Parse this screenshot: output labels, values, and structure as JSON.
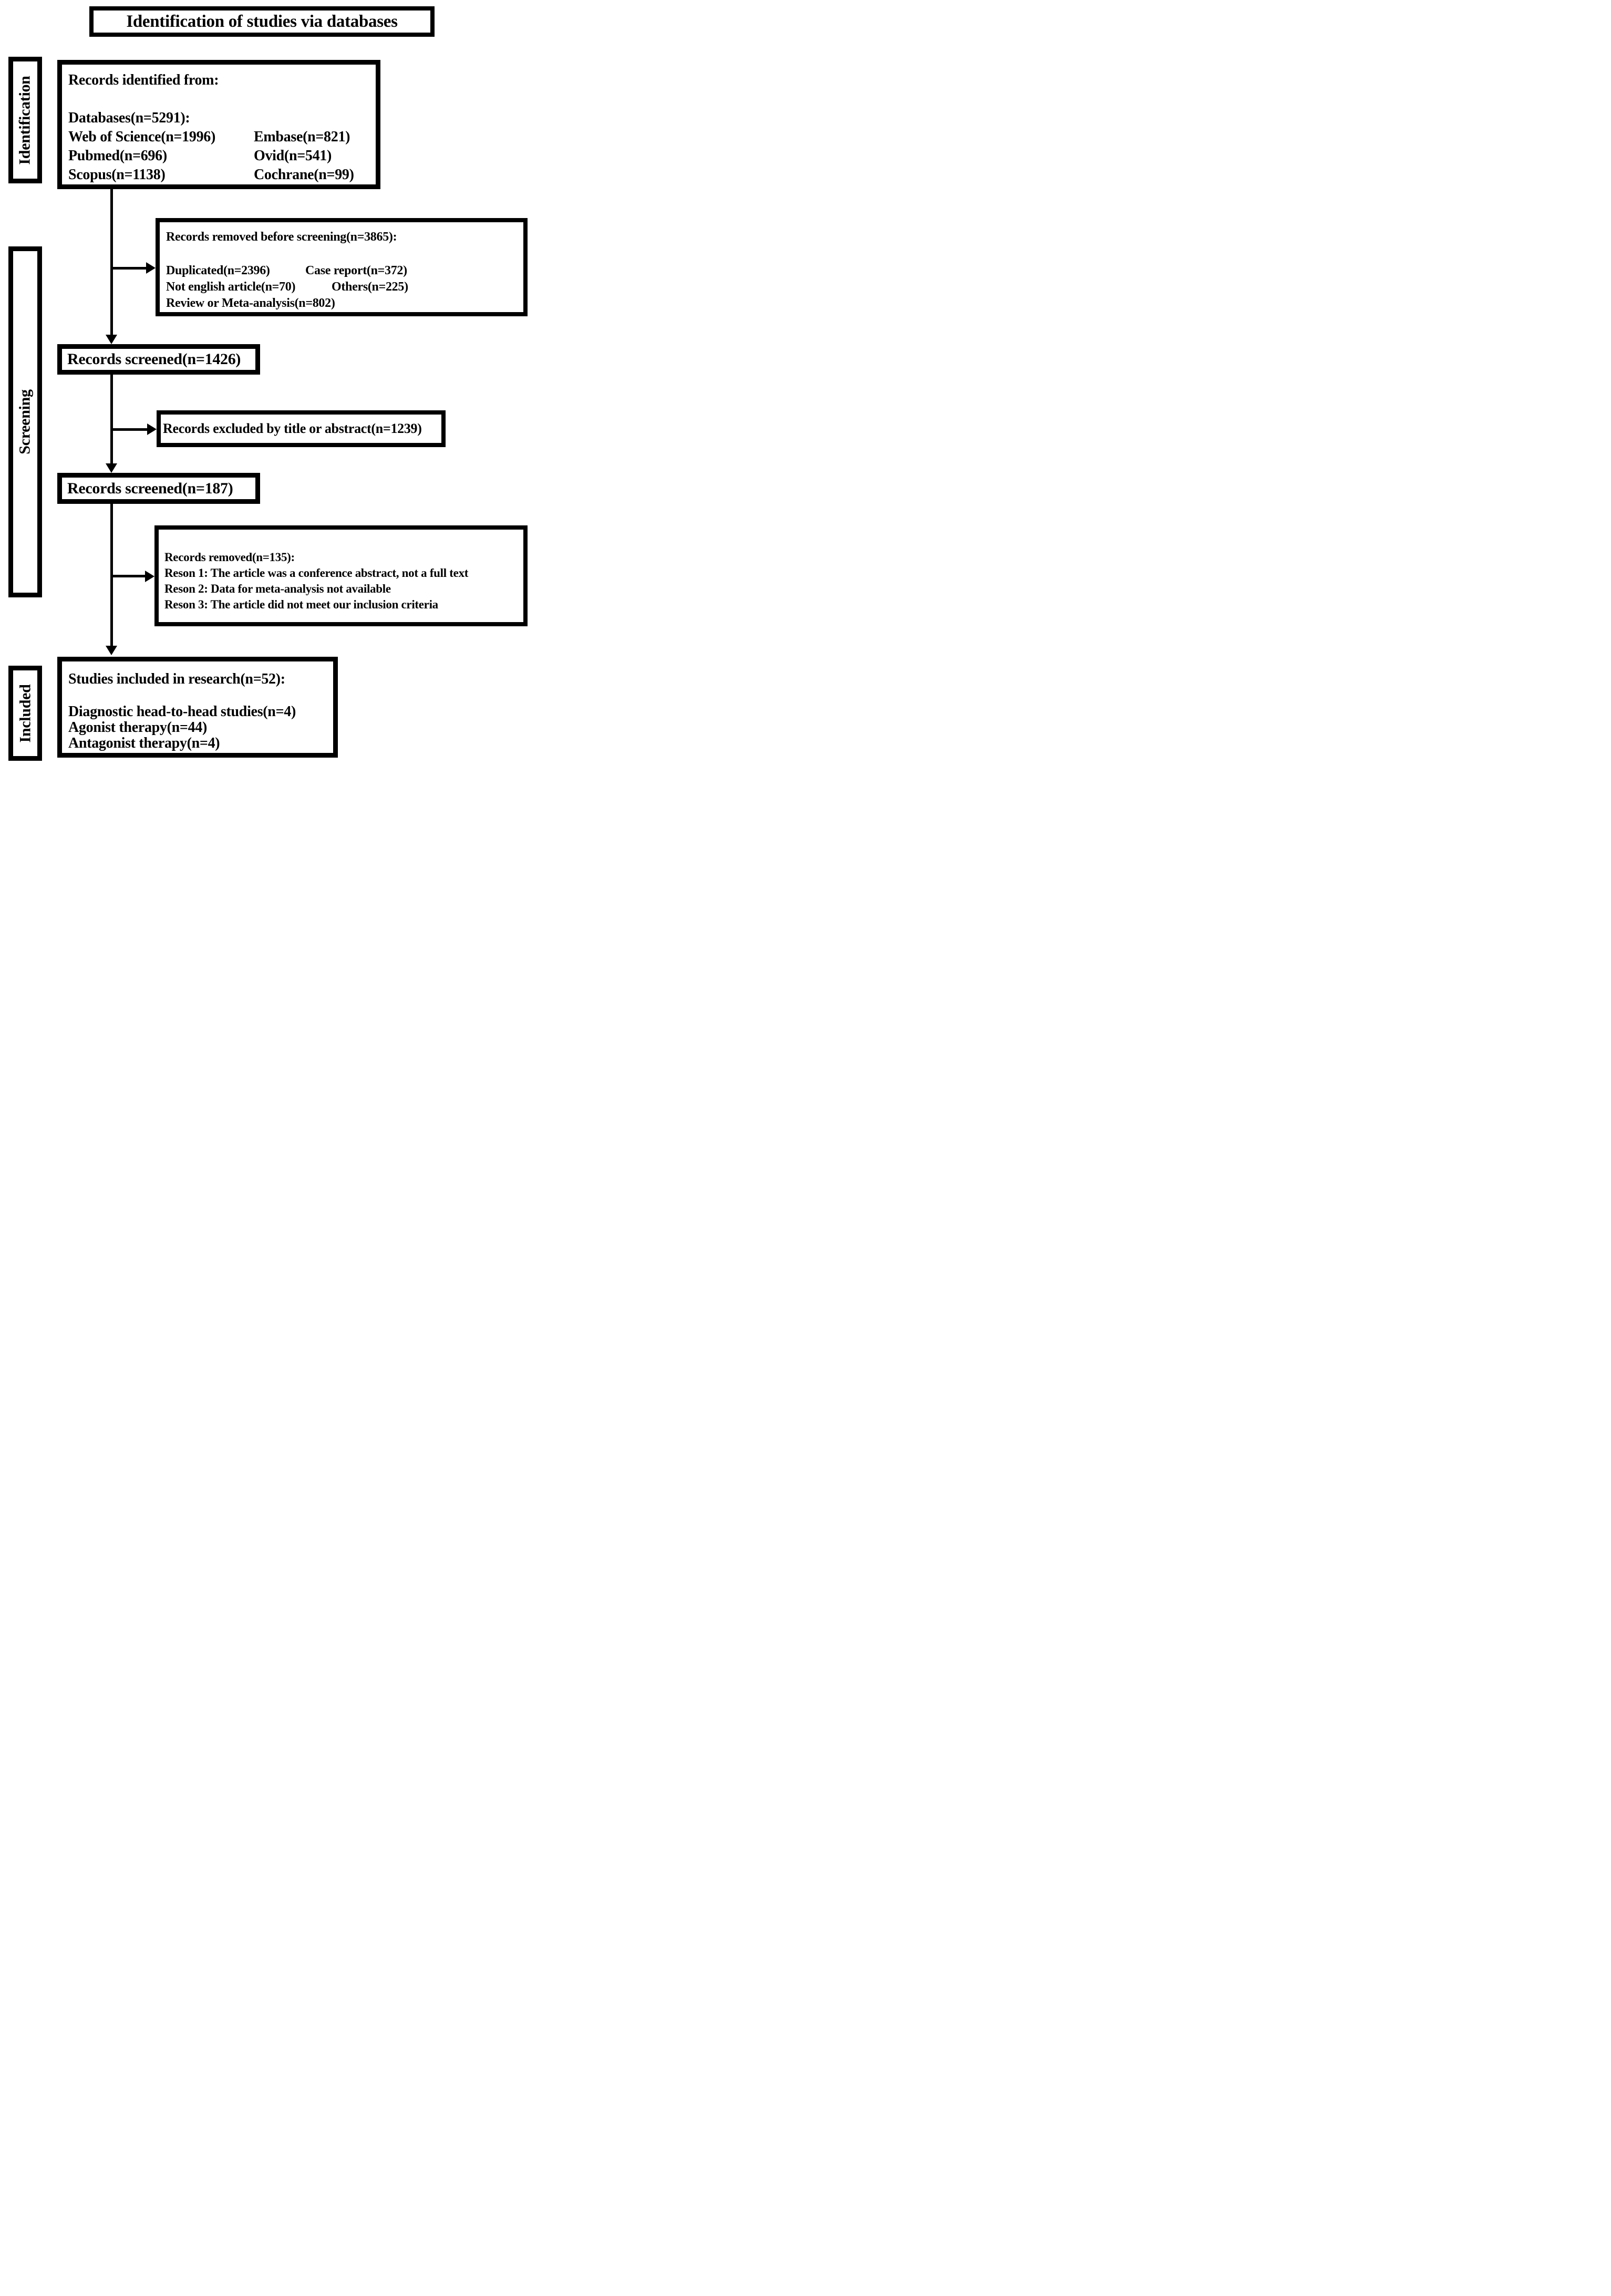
{
  "title": "Identification of studies via databases",
  "stages": [
    {
      "label": "Identification"
    },
    {
      "label": "Screening"
    },
    {
      "label": "Included"
    }
  ],
  "flow": {
    "identified": {
      "heading": "Records identified from:",
      "subheading": "Databases(n=5291):",
      "rows": [
        {
          "left": "Web of Science(n=1996)",
          "right": "Embase(n=821)"
        },
        {
          "left": "Pubmed(n=696)",
          "right": "Ovid(n=541)"
        },
        {
          "left": "Scopus(n=1138)",
          "right": "Cochrane(n=99)"
        }
      ]
    },
    "removed_before_screening": {
      "heading": "Records removed before screening(n=3865):",
      "rows": [
        {
          "left": "Duplicated(n=2396)",
          "right": "Case report(n=372)"
        },
        {
          "left": "Not english article(n=70)",
          "right": "Others(n=225)"
        }
      ],
      "footer": "Review or Meta-analysis(n=802)"
    },
    "screened_first": {
      "label": "Records screened(n=1426)"
    },
    "excluded": {
      "label": "Records excluded by title or abstract(n=1239)"
    },
    "screened_second": {
      "label": "Records screened(n=187)"
    },
    "removed_reasons": {
      "heading": "Records removed(n=135):",
      "reasons": [
        "Reson 1: The article was a conference abstract, not a full text",
        "Reson 2: Data for meta-analysis not available",
        "Reson 3: The article did not meet our inclusion criteria"
      ]
    },
    "included_studies": {
      "heading": "Studies included in research(n=52):",
      "lines": [
        "Diagnostic head-to-head studies(n=4)",
        "Agonist therapy(n=44)",
        "Antagonist therapy(n=4)"
      ]
    }
  },
  "colors": {
    "ink": "#000000",
    "background": "#ffffff"
  }
}
